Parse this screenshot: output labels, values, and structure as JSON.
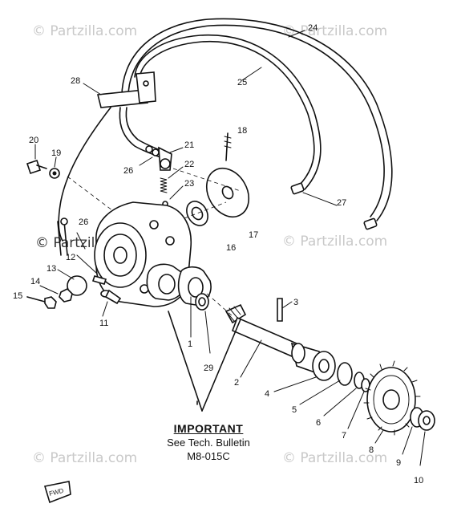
{
  "watermark": {
    "text": "© Partzilla.com"
  },
  "notice": {
    "title": "IMPORTANT",
    "line1": "See Tech. Bulletin",
    "line2": "M8-015C"
  },
  "callouts": {
    "c1": "1",
    "c2": "2",
    "c3": "3",
    "c4": "4",
    "c5": "5",
    "c6": "6",
    "c7": "7",
    "c8": "8",
    "c9": "9",
    "c10": "10",
    "c11": "11",
    "c12": "12",
    "c13": "13",
    "c14": "14",
    "c15": "15",
    "c16": "16",
    "c17": "17",
    "c18": "18",
    "c19": "19",
    "c20": "20",
    "c21": "21",
    "c22": "22",
    "c23": "23",
    "c24": "24",
    "c25": "25",
    "c26a": "26",
    "c26b": "26",
    "c27": "27",
    "c28": "28",
    "c29": "29"
  },
  "front_tag": "FWD"
}
